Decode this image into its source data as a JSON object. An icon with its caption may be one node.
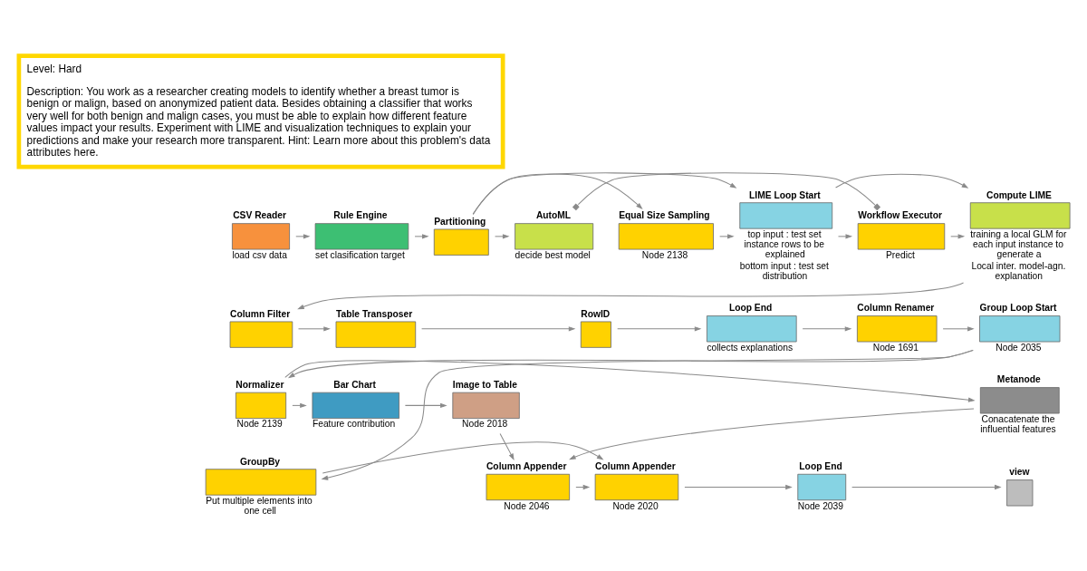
{
  "diagram": {
    "nodes": [
      {
        "text": [
          "Level: Hard",
          "Description: You work as a researcher creating models to identify whether a breast tumor is benign or malign, based on anonymized patient data. Besides obtaining a classifier that works very well for both benign and malign cases, you must be able to explain how different feature values impact your results. Experiment with LIME and visualization techniques to explain your predictions and make your research more transparent. Hint: Learn more about this problem's data attributes here."
        ]
      },
      {
        "text": [
          "CSV Reader"
        ],
        "beside": [
          "load csv data"
        ]
      },
      {
        "text": [
          "Rule Engine"
        ],
        "beside": [
          "set clasification target"
        ]
      },
      {
        "text": [
          "Partitioning"
        ]
      },
      {
        "text": [
          "AutoML"
        ],
        "beside": [
          "decide best model"
        ]
      },
      {
        "text": [
          "Workflow Executor"
        ],
        "beside": [
          "Predict"
        ]
      },
      {
        "text": [
          "LIME Loop Start"
        ],
        "beside": [
          "top input : test set instance rows to be explained",
          "bottom input : test set distribution"
        ]
      },
      {
        "text": [
          "Equal Size Sampling"
        ],
        "beside": [
          "Node 2138"
        ]
      },
      {
        "text": [
          "Compute LIME"
        ],
        "beside": [
          "training a local GLM for each input instance to generate a",
          "Local inter. model-agn. explanation"
        ]
      },
      {
        "text": [
          "Column Filter"
        ]
      },
      {
        "text": [
          "Table Transposer"
        ]
      },
      {
        "text": [
          "RowID"
        ]
      },
      {
        "text": [
          "Loop End"
        ],
        "beside": [
          "collects explanations"
        ]
      },
      {
        "text": [
          "Column Renamer"
        ],
        "beside": [
          "Node 1691"
        ]
      },
      {
        "text": [
          "Group Loop Start"
        ],
        "beside": [
          "Node 2035"
        ]
      },
      {
        "text": [
          "GroupBy"
        ],
        "beside": [
          "Put multiple elements into one cell"
        ]
      },
      {
        "text": [
          "Normalizer"
        ],
        "beside": [
          "Node 2139"
        ]
      },
      {
        "text": [
          "Bar Chart"
        ],
        "beside": [
          "Feature contribution"
        ]
      },
      {
        "text": [
          "Image to Table"
        ],
        "beside": [
          "Node 2018"
        ]
      },
      {
        "text": [
          "Metanode"
        ],
        "beside": [
          "Conacatenate the influential features"
        ]
      },
      {
        "text": [
          "Column Appender"
        ],
        "beside": [
          "Node 2046"
        ]
      },
      {
        "text": [
          "Column Appender"
        ],
        "beside": [
          "Node 2020"
        ]
      },
      {
        "text": [
          "Loop End"
        ],
        "beside": [
          "Node 2039"
        ]
      },
      {
        "text": [
          "view"
        ]
      }
    ],
    "edges": [
      {
        "from": 1,
        "to": 2,
        "arrow": "to"
      },
      {
        "from": 2,
        "to": 3,
        "arrow": "to"
      },
      {
        "from": 3,
        "to": 4,
        "arrow": "to"
      },
      {
        "from": 3,
        "to": 6,
        "arrow": "to"
      },
      {
        "from": 3,
        "to": 7,
        "arrow": "to"
      },
      {
        "from": 7,
        "to": 6,
        "arrow": "to"
      },
      {
        "from": 4,
        "to": 5,
        "arrow": "other"
      },
      {
        "from": 6,
        "to": 5,
        "arrow": "to"
      },
      {
        "from": 6,
        "to": 8,
        "arrow": "to"
      },
      {
        "from": 5,
        "to": 8,
        "arrow": "to"
      },
      {
        "from": 8,
        "to": 9,
        "arrow": "to"
      },
      {
        "from": 9,
        "to": 10,
        "arrow": "to"
      },
      {
        "from": 10,
        "to": 11,
        "arrow": "to"
      },
      {
        "from": 11,
        "to": 12,
        "arrow": "to"
      },
      {
        "from": 12,
        "to": 13,
        "arrow": "to"
      },
      {
        "from": 13,
        "to": 14,
        "arrow": "to"
      },
      {
        "from": 14,
        "to": 15,
        "arrow": "to"
      },
      {
        "from": 14,
        "to": 16,
        "arrow": "to"
      },
      {
        "from": 15,
        "to": 21,
        "arrow": "to"
      },
      {
        "from": 16,
        "to": 17,
        "arrow": "to"
      },
      {
        "from": 16,
        "to": 19,
        "arrow": "to"
      },
      {
        "from": 17,
        "to": 18,
        "arrow": "to"
      },
      {
        "from": 18,
        "to": 20,
        "arrow": "to"
      },
      {
        "from": 19,
        "to": 20,
        "arrow": "to"
      },
      {
        "from": 20,
        "to": 21,
        "arrow": "to"
      },
      {
        "from": 21,
        "to": 22,
        "arrow": "to"
      },
      {
        "from": 22,
        "to": 23,
        "arrow": "to"
      }
    ]
  }
}
